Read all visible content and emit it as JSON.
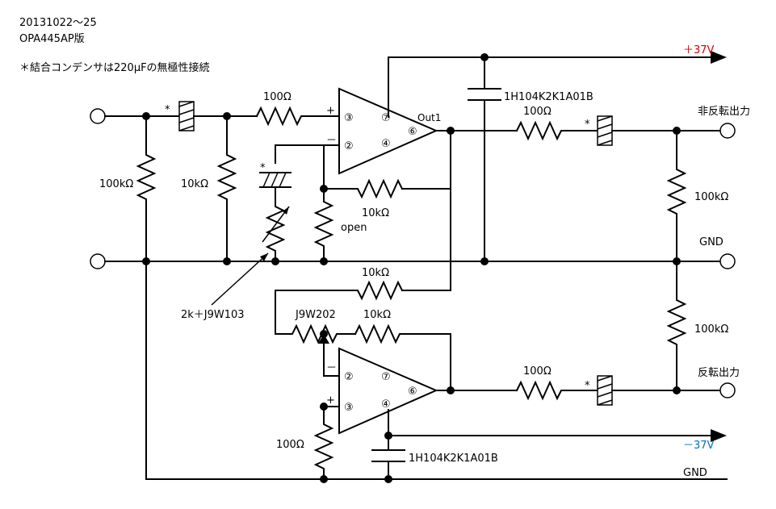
{
  "header": {
    "date": "20131022〜25",
    "version": "OPA445AP版",
    "note": "＊結合コンデンサは220μFの無極性接続"
  },
  "colors": {
    "positive_rail": "#d00000",
    "negative_rail": "#0070c0",
    "wire": "#000000"
  },
  "rails": {
    "positive": "＋37V",
    "negative": "－37V"
  },
  "labels": {
    "r_in_top": "100Ω",
    "r_in_shunt1": "100kΩ",
    "r_in_shunt2": "10kΩ",
    "r_fb_upper": "10kΩ",
    "r_open": "open",
    "r_out_top": "100Ω",
    "r_out_shunt_top": "100kΩ",
    "r_inv_in": "10kΩ",
    "r_inv_fb": "10kΩ",
    "trimmer_lower": "J9W202",
    "trimmer_upper": "2k＋J9W103",
    "r_out_bottom": "100Ω",
    "r_out_shunt_bottom": "100kΩ",
    "r_plus_ground": "100Ω",
    "bypass_cap_top": "1H104K2K1A01B",
    "bypass_cap_bottom": "1H104K2K1A01B",
    "out1": "Out1",
    "gnd_mid": "GND",
    "gnd_bottom": "GND",
    "out_noninv": "非反転出力",
    "out_inv": "反転出力",
    "star": "*"
  },
  "pins": {
    "p3": "③",
    "p2": "②",
    "p7": "⑦",
    "p4": "④",
    "p6": "⑥",
    "plus": "+",
    "minus": "－"
  }
}
